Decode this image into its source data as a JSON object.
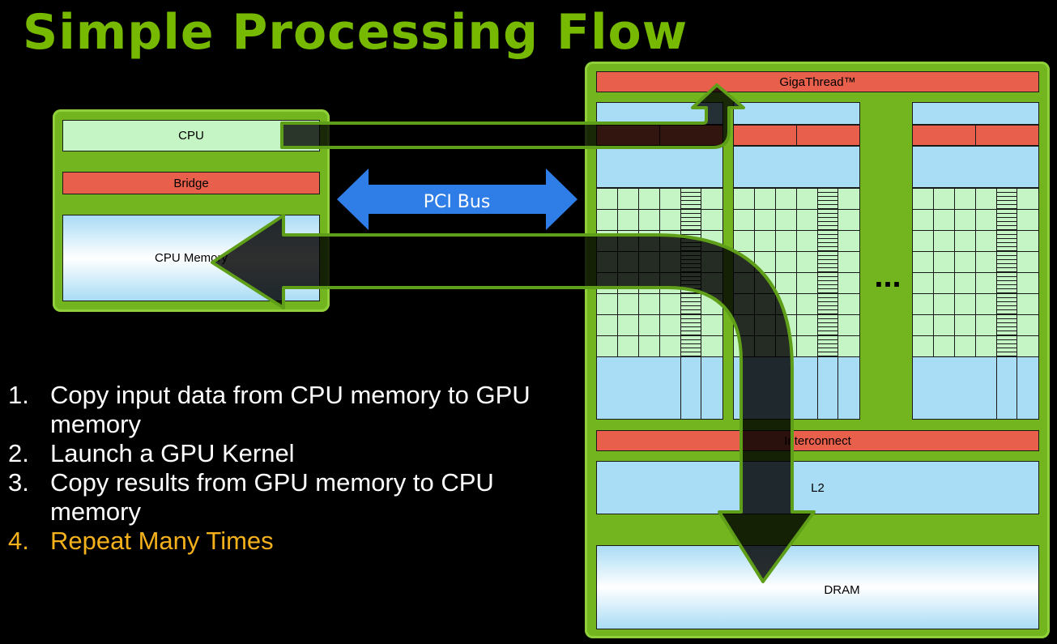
{
  "title": "Simple Processing Flow",
  "cpu": {
    "cpu_label": "CPU",
    "bridge_label": "Bridge",
    "memory_label": "CPU Memory"
  },
  "bus": {
    "label": "PCI Bus"
  },
  "gpu": {
    "gigathread_label": "GigaThread™",
    "interconnect_label": "Interconnect",
    "l2_label": "L2",
    "dram_label": "DRAM",
    "ellipsis": "..."
  },
  "steps": [
    {
      "num": "1.",
      "text": "Copy input data from CPU memory to GPU memory"
    },
    {
      "num": "2.",
      "text": "Launch a GPU Kernel"
    },
    {
      "num": "3.",
      "text": "Copy results from GPU memory to CPU memory"
    },
    {
      "num": "4.",
      "text": "Repeat Many Times"
    }
  ],
  "colors": {
    "title": "#76b900",
    "board": "#72b51e",
    "red_bar": "#e8604c",
    "bus_arrow": "#2f7de6",
    "highlight_step": "#f4b11c"
  }
}
